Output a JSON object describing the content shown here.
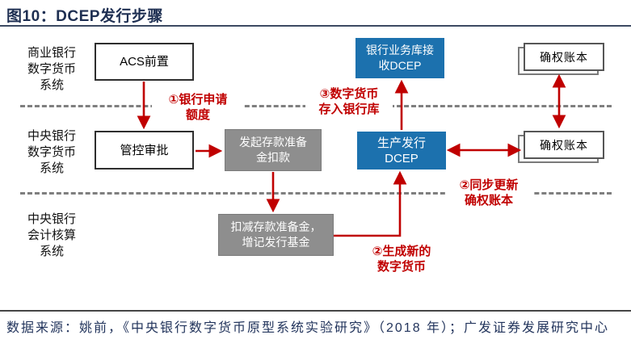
{
  "title": "图10：DCEP发行步骤",
  "colors": {
    "accent_red": "#c00000",
    "box_blue": "#1c71ae",
    "box_gray": "#8e8e8e",
    "title_navy": "#1e2f52",
    "dash_gray": "#7f7f7f"
  },
  "lanes": [
    {
      "label_lines": [
        "商业银行",
        "数字货币",
        "系统"
      ]
    },
    {
      "label_lines": [
        "中央银行",
        "数字货币",
        "系统"
      ]
    },
    {
      "label_lines": [
        "中央银行",
        "会计核算",
        "系统"
      ]
    }
  ],
  "nodes": {
    "acs": {
      "label": "ACS前置"
    },
    "approval": {
      "label": "管控审批"
    },
    "initiate_deduction": {
      "lines": [
        "发起存款准备",
        "金扣款"
      ]
    },
    "bank_vault": {
      "lines": [
        "银行业务库接",
        "收DCEP"
      ]
    },
    "produce_issue": {
      "lines": [
        "生产发行",
        "DCEP"
      ]
    },
    "ledger_top": {
      "label": "确权账本"
    },
    "ledger_mid": {
      "label": "确权账本"
    },
    "deduct_reserve": {
      "lines": [
        "扣减存款准备金，",
        "增记发行基金"
      ]
    }
  },
  "annotations": {
    "step1": {
      "lines": [
        "①银行申请",
        "额度"
      ]
    },
    "step3": {
      "lines": [
        "③数字货币",
        "存入银行库"
      ]
    },
    "step2_sync": {
      "lines": [
        "②同步更新",
        "确权账本"
      ]
    },
    "step2_generate": {
      "lines": [
        "②生成新的",
        "数字货币"
      ]
    }
  },
  "footer": {
    "source": "数据来源：姚前，《中央银行数字货币原型系统实验研究》（2018 年）；广发证券发展研究中心"
  }
}
